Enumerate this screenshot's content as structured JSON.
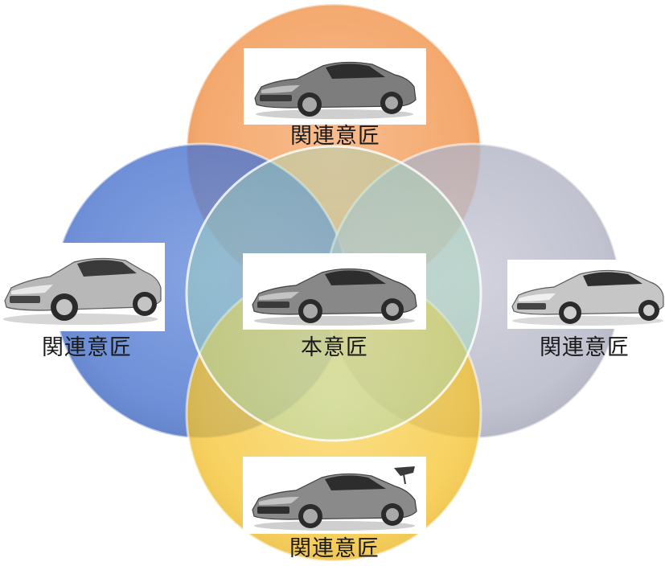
{
  "nodes": {
    "top": {
      "label": "関連意匠",
      "color": "#f29a55",
      "image": "sports-car-grey-front-three-quarter"
    },
    "left": {
      "label": "関連意匠",
      "color": "#4f77cf",
      "image": "sports-car-silver-front-three-quarter"
    },
    "right": {
      "label": "関連意匠",
      "color": "#b2b3c4",
      "image": "sports-car-silver-front-right"
    },
    "bottom": {
      "label": "関連意匠",
      "color": "#f5c535",
      "image": "sports-car-with-rear-spoiler"
    },
    "center": {
      "label": "本意匠",
      "color": "#6fc7b4",
      "image": "sports-car-grey-front-three-quarter"
    }
  }
}
